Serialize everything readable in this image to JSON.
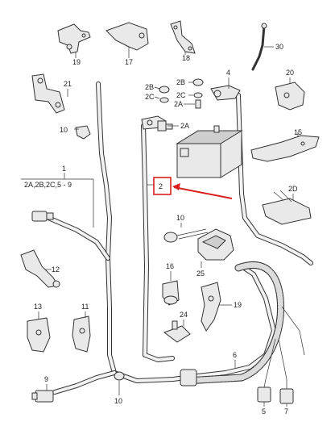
{
  "diagram": {
    "callouts": {
      "c19_top": "19",
      "c17": "17",
      "c18": "18",
      "c30": "30",
      "c4": "4",
      "c2B_a": "2B",
      "c2C_a": "2C",
      "c2B_b": "2B",
      "c2C_b": "2C",
      "c2A_a": "2A",
      "c2A_b": "2A",
      "c21": "21",
      "c20": "20",
      "c10_a": "10",
      "c15": "15",
      "c1": "1",
      "c1_sub": "2A,2B,2C,5 - 9",
      "c2": "2",
      "c2D": "2D",
      "c10_b": "10",
      "c25": "25",
      "c12": "12",
      "c16": "16",
      "c19_b": "19",
      "c13": "13",
      "c11": "11",
      "c24": "24",
      "c6": "6",
      "c9": "9",
      "c10_c": "10",
      "c5": "5",
      "c7": "7"
    },
    "highlight_color": "#d9201f"
  }
}
